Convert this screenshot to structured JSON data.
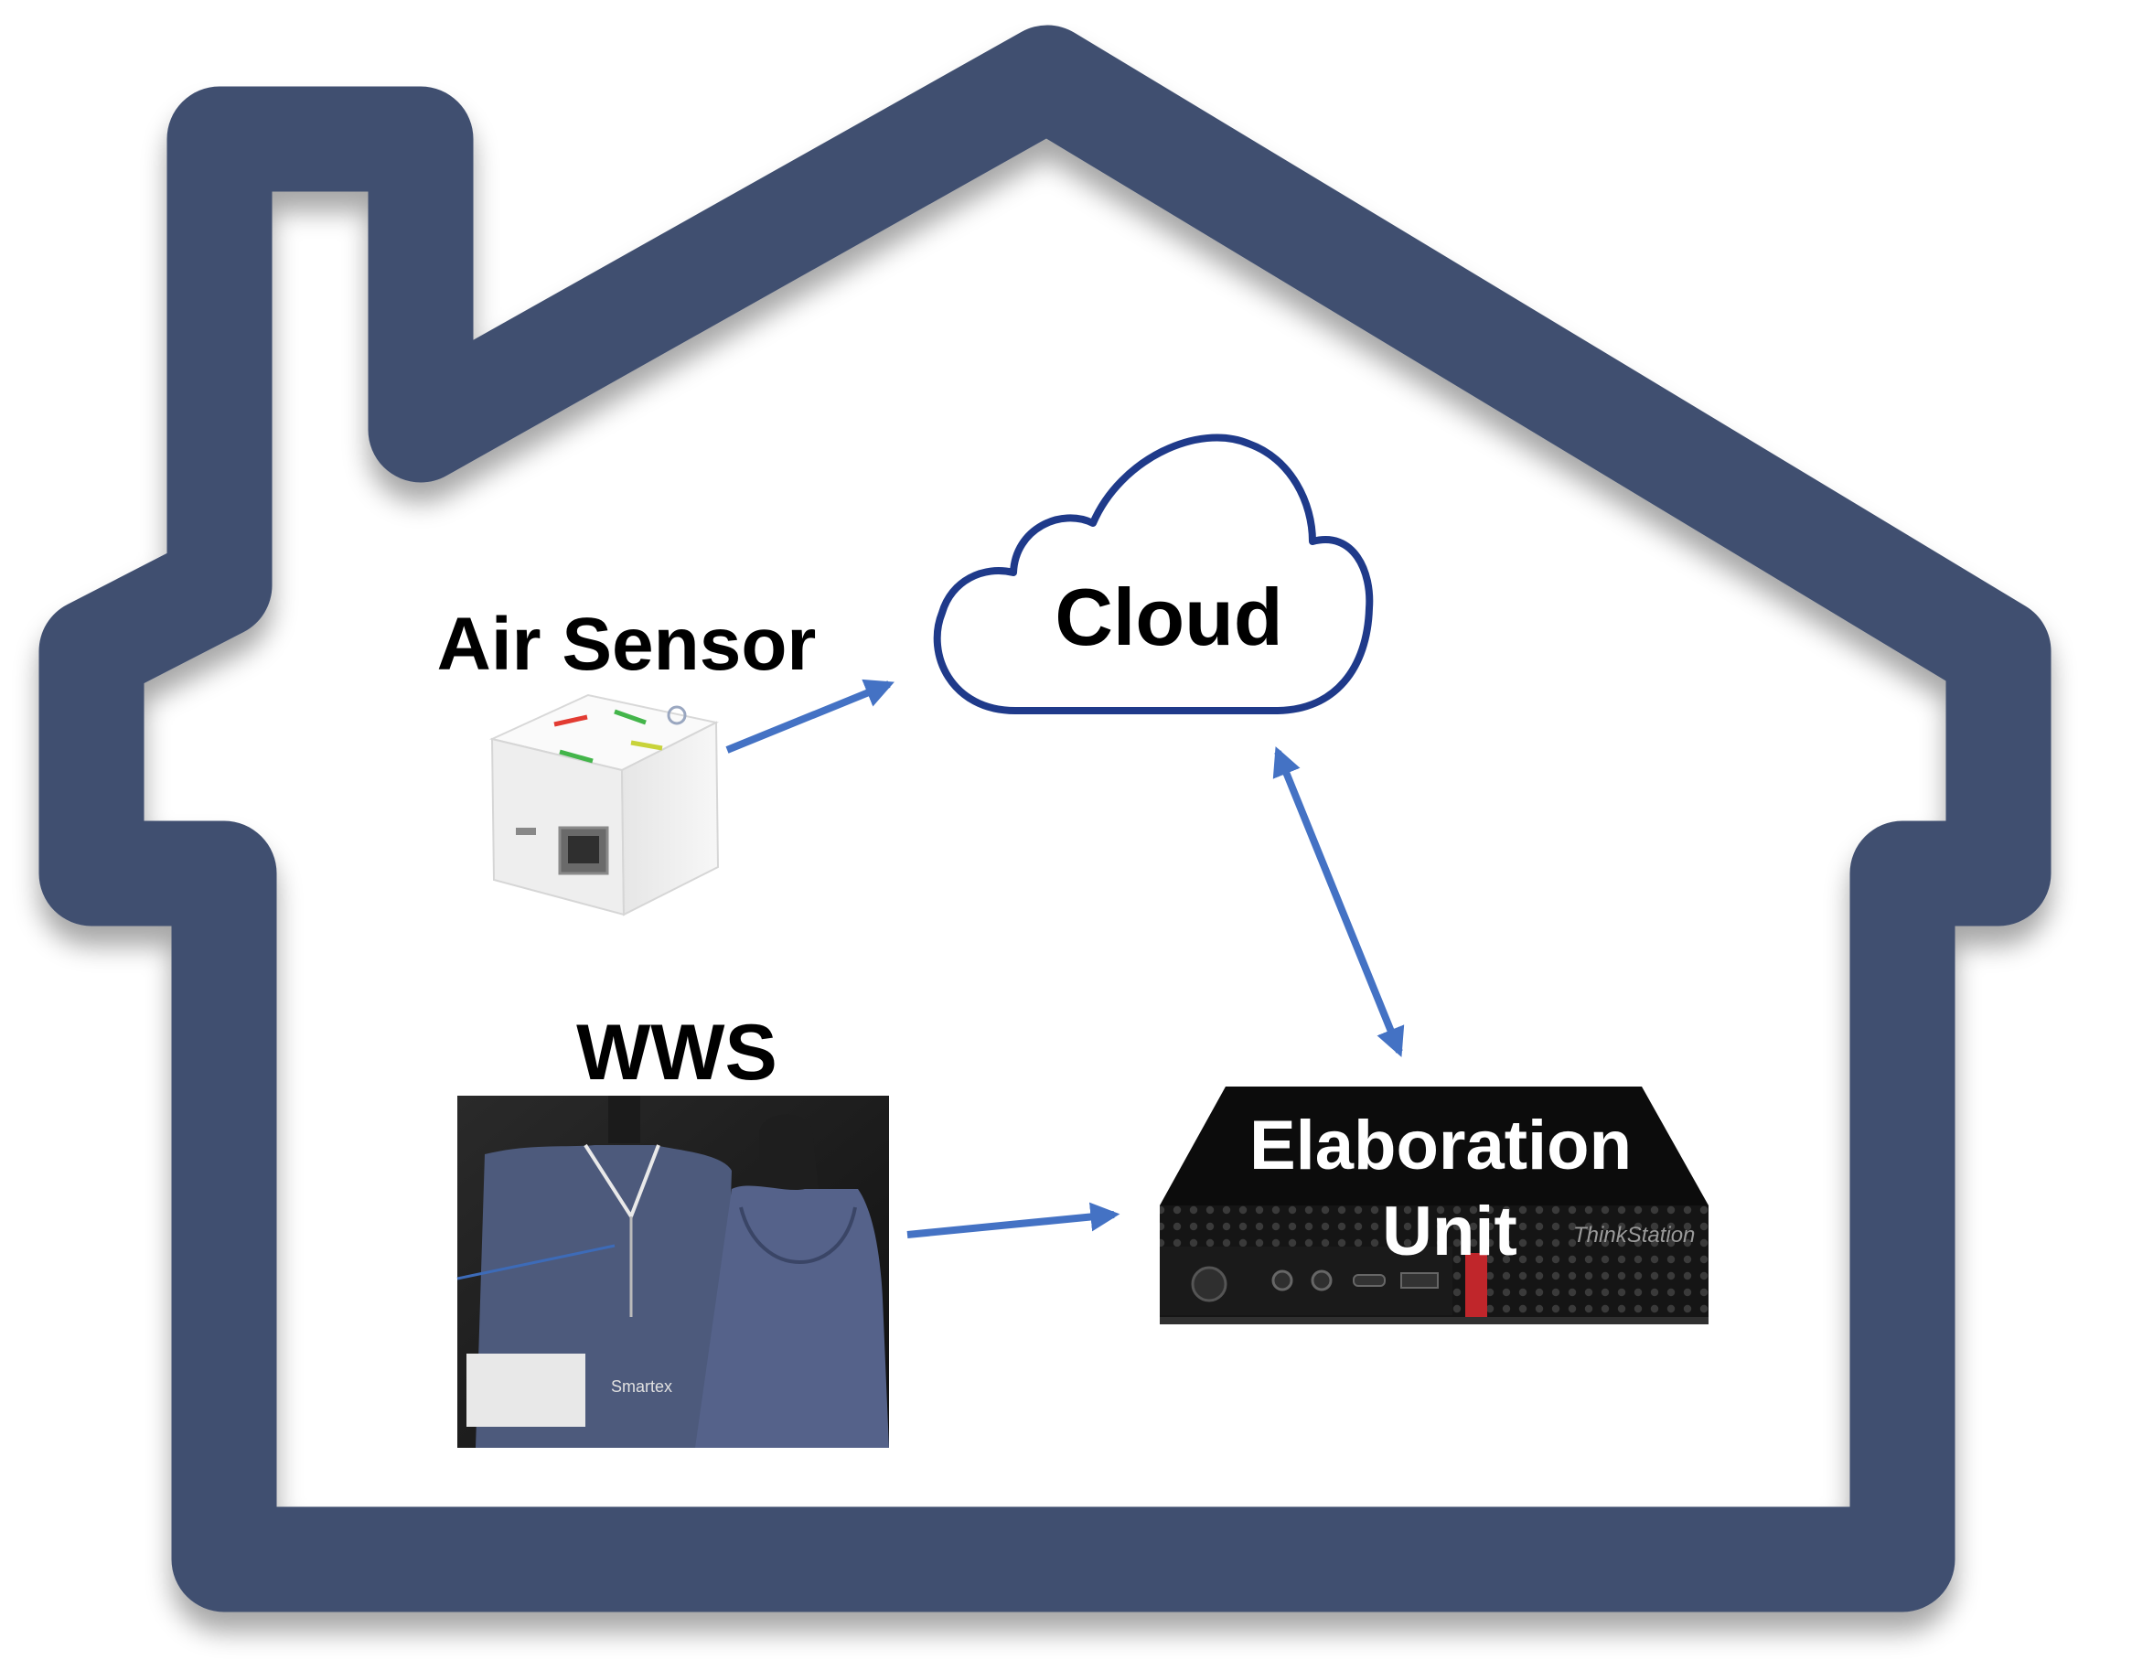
{
  "colors": {
    "house_outline": "#414f6f",
    "arrow": "#4472c4",
    "cloud_stroke": "#1f3a8a",
    "sensor_body": "#f1f1f1",
    "vest": "#4d5a7c",
    "computer": "#161616",
    "accent_red": "#c0262b"
  },
  "labels": {
    "cloud": "Cloud",
    "air_sensor": "Air Sensor",
    "wws": "WWS",
    "elaboration_line1": "Elaboration",
    "elaboration_line2": "Unit"
  },
  "photo_marks": {
    "vest_brand": "Smartex",
    "computer_brand": "ThinkStation"
  },
  "icons": {
    "cloud": "cloud-icon",
    "air_sensor": "air-sensor-device",
    "wws": "wearable-vest-photo",
    "elaboration_unit": "mini-pc-device",
    "house": "house-outline"
  }
}
